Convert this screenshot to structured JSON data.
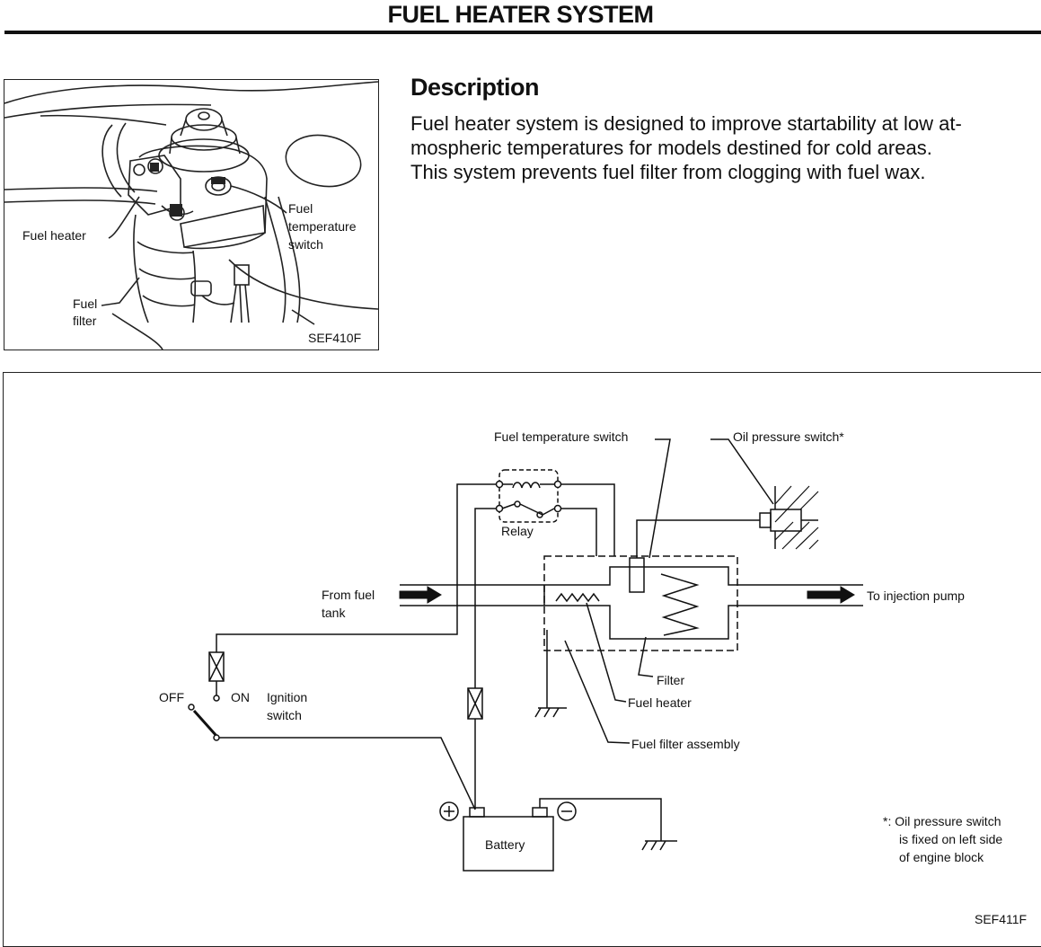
{
  "header": {
    "title": "FUEL HEATER SYSTEM"
  },
  "description": {
    "heading": "Description",
    "lines": [
      "Fuel heater system is designed to improve startability at low at-",
      "mospheric temperatures for models destined for cold areas.",
      "This system prevents fuel filter from clogging with fuel wax."
    ]
  },
  "photo": {
    "labels": {
      "fuel_heater": "Fuel heater",
      "fuel_temp_1": "Fuel",
      "fuel_temp_2": "temperature",
      "fuel_temp_3": "switch",
      "fuel_filter_1": "Fuel",
      "fuel_filter_2": "filter"
    },
    "code": "SEF410F"
  },
  "diagram": {
    "labels": {
      "fuel_temperature_switch": "Fuel temperature switch",
      "oil_pressure_switch": "Oil pressure switch*",
      "relay": "Relay",
      "from_fuel_1": "From fuel",
      "from_fuel_2": "tank",
      "to_injection": "To injection pump",
      "filter": "Filter",
      "fuel_heater": "Fuel heater",
      "fuel_filter_assembly": "Fuel filter assembly",
      "off": "OFF",
      "on": "ON",
      "ignition_1": "Ignition",
      "ignition_2": "switch",
      "battery": "Battery",
      "note_1": "*: Oil pressure switch",
      "note_2": "is fixed on left side",
      "note_3": "of engine block"
    },
    "code": "SEF411F"
  }
}
